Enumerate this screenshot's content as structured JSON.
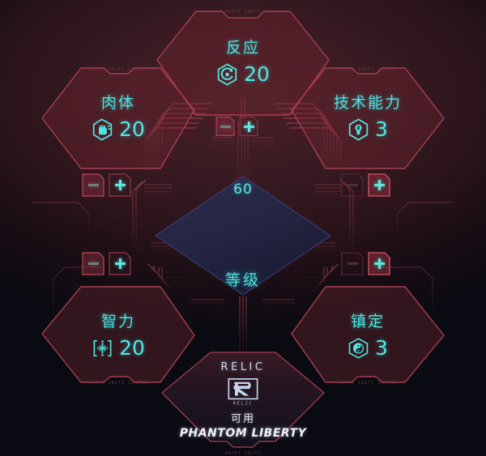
{
  "screen": {
    "accent_cyan": "#4de6e0",
    "accent_red": "#a84050",
    "background_top": "#43202a",
    "background_bottom": "#05060c"
  },
  "attributes": [
    {
      "id": "reflexes",
      "name": "反应",
      "value": "20",
      "icon": "reflex-swirl-icon",
      "micro_text": "6W7F1 1A1T1",
      "minus_enabled": true,
      "plus_enabled": true,
      "minus_label": "−",
      "plus_label": "+"
    },
    {
      "id": "body",
      "name": "肉体",
      "value": "20",
      "icon": "fist-icon",
      "micro_text": "6W7F1 1A1T1 2I1TRG",
      "minus_enabled": true,
      "plus_enabled": true,
      "minus_label": "−",
      "plus_label": "+"
    },
    {
      "id": "technical-ability",
      "name": "技术能力",
      "value": "3",
      "icon": "wrench-hex-icon",
      "micro_text": "6X7F1 1A1T1 2I1TRG",
      "minus_enabled": false,
      "plus_enabled": true,
      "minus_label": "−",
      "plus_label": "+"
    },
    {
      "id": "intelligence",
      "name": "智力",
      "value": "20",
      "icon": "neural-waveform-icon",
      "micro_text": "6W7F1 1A1T1 2I1TRG",
      "minus_enabled": true,
      "plus_enabled": true,
      "minus_label": "−",
      "plus_label": "+"
    },
    {
      "id": "cool",
      "name": "镇定",
      "value": "3",
      "icon": "yin-yang-icon",
      "micro_text": "6W7F1 1A1T1 2I1TRG",
      "minus_enabled": false,
      "plus_enabled": true,
      "minus_label": "−",
      "plus_label": "+"
    }
  ],
  "level": {
    "value": "60",
    "label": "等级",
    "minus_label": "−",
    "plus_label": "+",
    "minus_enabled": true,
    "plus_enabled": true
  },
  "relic": {
    "title": "RELIC",
    "logo_icon": "relic-r-logo-icon",
    "logo_caption": "RELIC",
    "status": "可用",
    "dlc_name": "PHANTOM LIBERTY",
    "micro_text": "6W7F1 1A1T1"
  }
}
